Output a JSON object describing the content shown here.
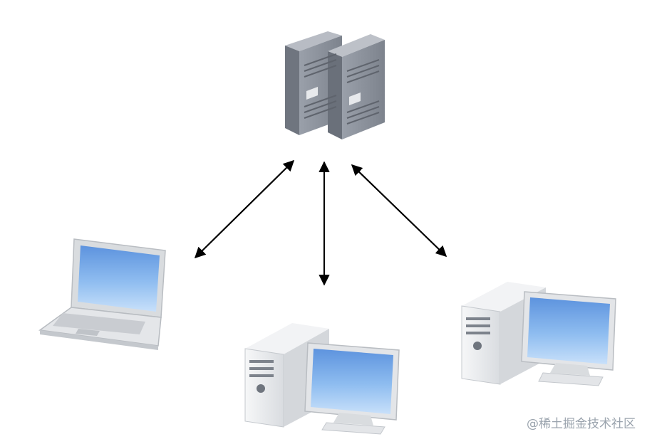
{
  "watermark": "@稀土掘金技术社区",
  "nodes": [
    {
      "id": "server",
      "icon": "server-rack-icon"
    },
    {
      "id": "laptop",
      "icon": "laptop-icon"
    },
    {
      "id": "desktop-center",
      "icon": "desktop-computer-icon"
    },
    {
      "id": "desktop-right",
      "icon": "desktop-computer-icon"
    }
  ],
  "edges": [
    {
      "from": "server",
      "to": "laptop",
      "direction": "bidirectional"
    },
    {
      "from": "server",
      "to": "desktop-center",
      "direction": "bidirectional"
    },
    {
      "from": "server",
      "to": "desktop-right",
      "direction": "bidirectional"
    }
  ],
  "colors": {
    "server_body": "#8a8f99",
    "server_front": "#a2a7b1",
    "computer_case": "#e9ebee",
    "screen": "#7fb2ec",
    "arrow": "#000000"
  }
}
